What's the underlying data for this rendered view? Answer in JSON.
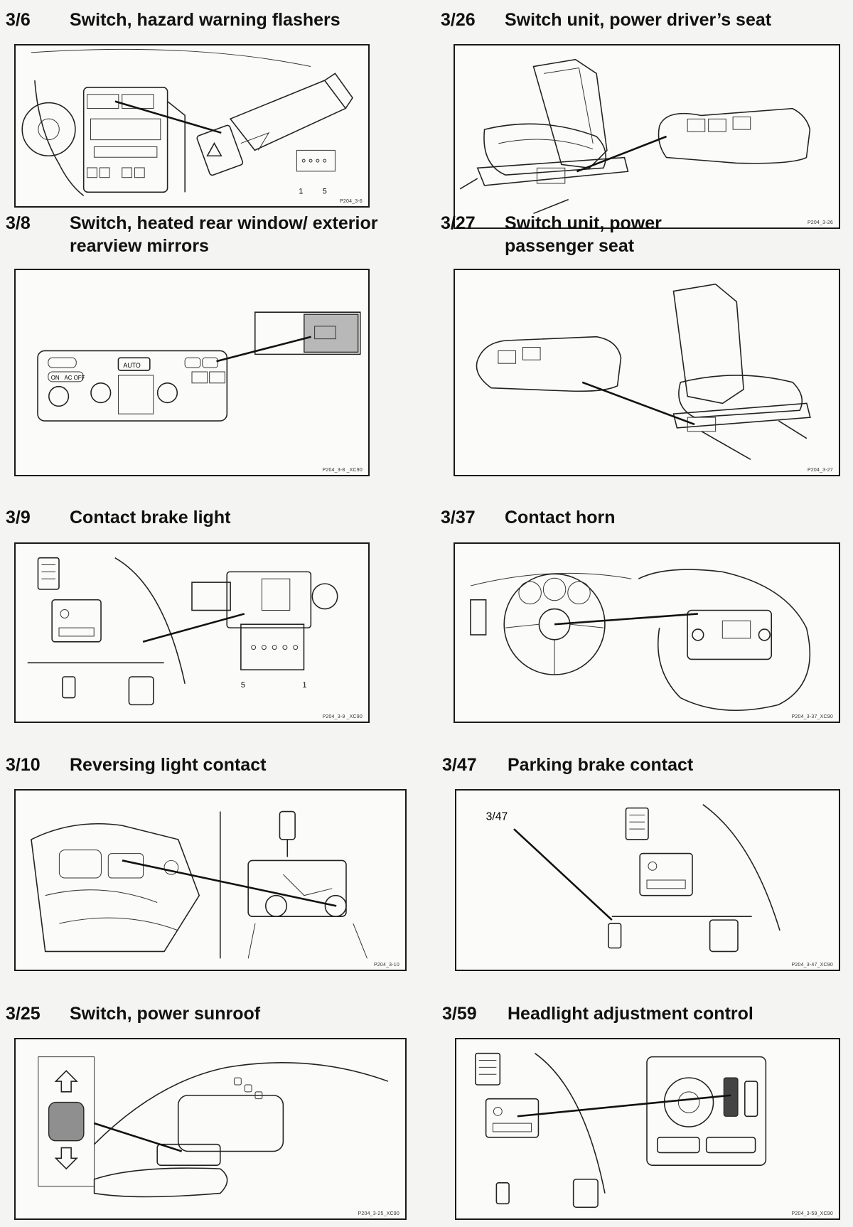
{
  "items": [
    {
      "number": "3/6",
      "title": "Switch, hazard warning flashers",
      "ref": "P204_3-6",
      "pin_left": "1",
      "pin_right": "5"
    },
    {
      "number": "3/26",
      "title": "Switch unit, power driver’s seat",
      "ref": "P204_3-26"
    },
    {
      "number": "3/8",
      "title_line1": "Switch, heated rear window/ exterior",
      "title_line2": "rearview mirrors",
      "ref": "P204_3-8 _XC90",
      "auto_label": "AUTO",
      "on_label": "ON",
      "ac_off_label": "AC OFF"
    },
    {
      "number": "3/27",
      "title_line1": "Switch unit, power",
      "title_line2": "passenger seat",
      "ref": "P204_3-27"
    },
    {
      "number": "3/9",
      "title": "Contact brake light",
      "ref": "P204_3-9 _XC90",
      "pin_left": "5",
      "pin_right": "1"
    },
    {
      "number": "3/37",
      "title": "Contact horn",
      "ref": "P204_3-37_XC90"
    },
    {
      "number": "3/10",
      "title": "Reversing light contact",
      "ref": "P204_3-10"
    },
    {
      "number": "3/47",
      "title": "Parking brake contact",
      "ref": "P204_3-47_XC90",
      "callout": "3/47"
    },
    {
      "number": "3/25",
      "title": "Switch, power sunroof",
      "ref": "P204_3-25_XC90"
    },
    {
      "number": "3/59",
      "title": "Headlight adjustment control",
      "ref": "P204_3-59_XC90"
    }
  ]
}
